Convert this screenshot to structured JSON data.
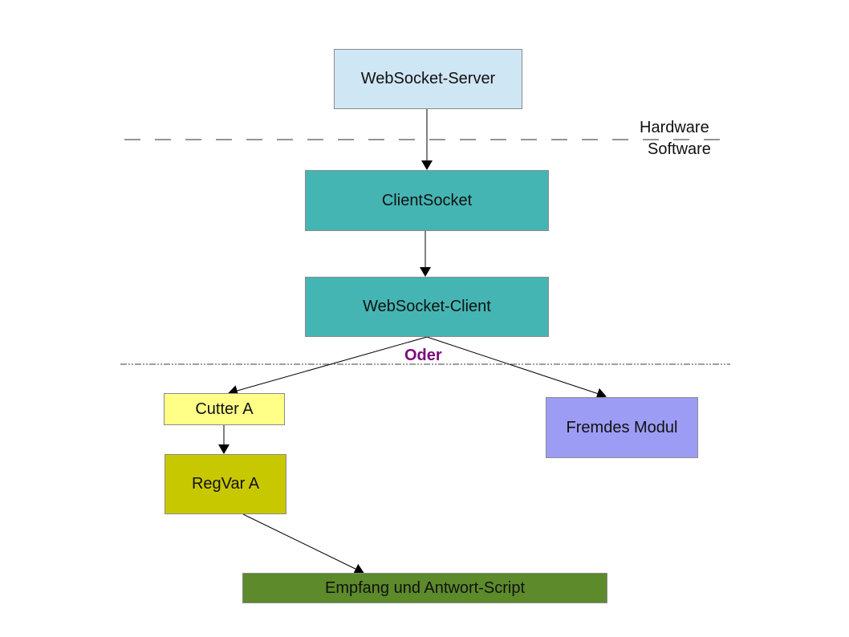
{
  "diagram": {
    "nodes": {
      "websocket_server": {
        "label": "WebSocket-Server",
        "color": "#cfe6f4"
      },
      "client_socket": {
        "label": "ClientSocket",
        "color": "#45b5b3"
      },
      "websocket_client": {
        "label": "WebSocket-Client",
        "color": "#45b5b3"
      },
      "cutter_a": {
        "label": "Cutter A",
        "color": "#ffff88"
      },
      "regvar_a": {
        "label": "RegVar A",
        "color": "#c8c800"
      },
      "fremdes_modul": {
        "label": "Fremdes Modul",
        "color": "#9c9cf5"
      },
      "empfang_script": {
        "label": "Empfang und Antwort-Script",
        "color": "#5d8a2a"
      }
    },
    "boundaries": {
      "hw_sw": {
        "upper_label": "Hardware",
        "lower_label": "Software"
      },
      "alternative": {
        "label": "Oder",
        "color": "#7a0a7a"
      }
    },
    "edges": [
      {
        "from": "websocket_server",
        "to": "client_socket"
      },
      {
        "from": "client_socket",
        "to": "websocket_client"
      },
      {
        "from": "websocket_client",
        "to": "cutter_a"
      },
      {
        "from": "websocket_client",
        "to": "fremdes_modul"
      },
      {
        "from": "cutter_a",
        "to": "regvar_a"
      },
      {
        "from": "regvar_a",
        "to": "empfang_script"
      }
    ]
  }
}
